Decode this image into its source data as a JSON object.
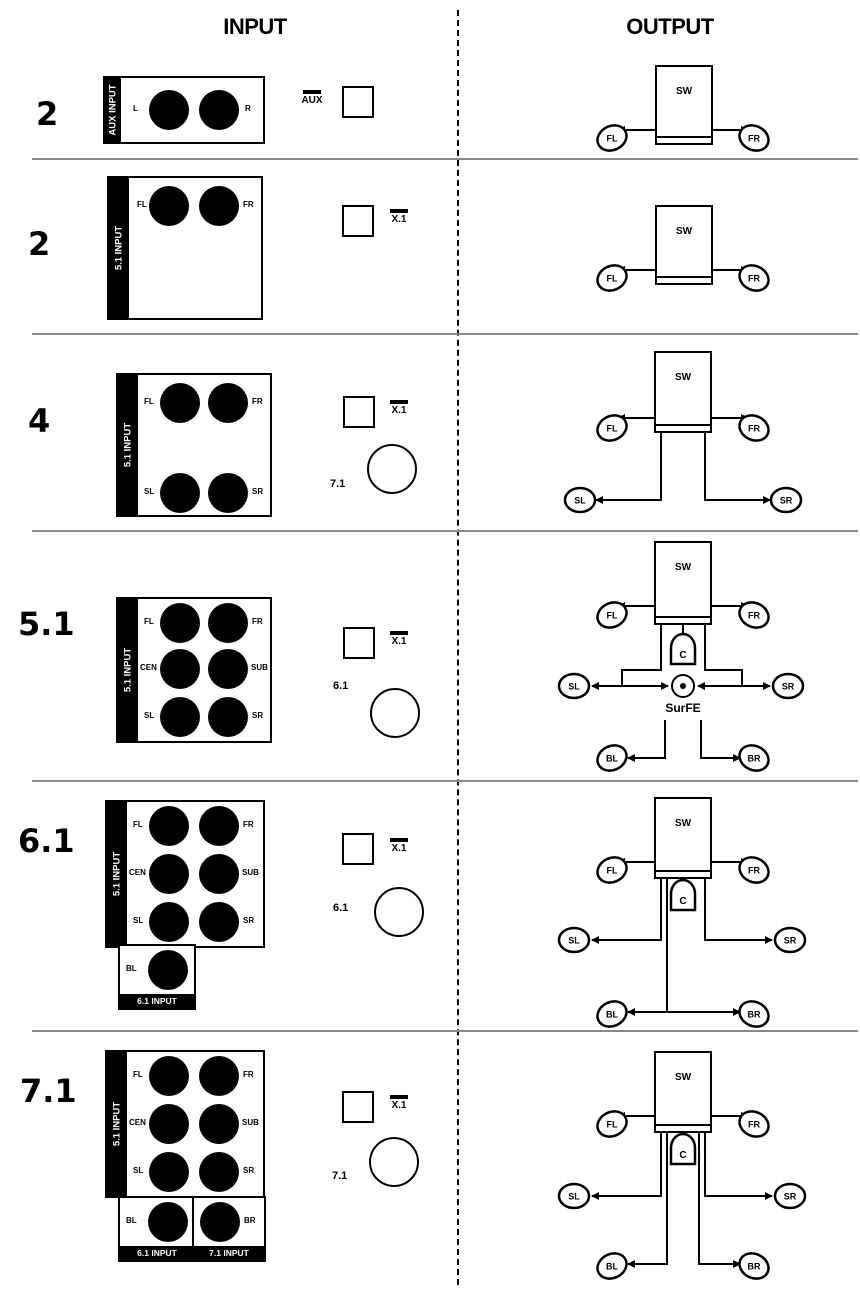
{
  "headers": {
    "input": "INPUT",
    "output": "OUTPUT"
  },
  "rows": [
    {
      "count": "2",
      "panel_label": "AUX INPUT",
      "jacks": [
        "L",
        "R"
      ],
      "mode_label": "AUX"
    },
    {
      "count": "2",
      "panel_label": "5.1 INPUT",
      "jacks": [
        "FL",
        "FR"
      ],
      "mode_label": "X.1"
    },
    {
      "count": "4",
      "panel_label": "5.1 INPUT",
      "jacks": [
        "FL",
        "FR",
        "SL",
        "SR"
      ],
      "mode_label": "X.1",
      "knob_label": "7.1"
    },
    {
      "count": "5.1",
      "panel_label": "5.1 INPUT",
      "jacks": [
        "FL",
        "FR",
        "CEN",
        "SUB",
        "SL",
        "SR"
      ],
      "mode_label": "X.1",
      "knob_label": "6.1"
    },
    {
      "count": "6.1",
      "panel_label": "5.1 INPUT",
      "jacks": [
        "FL",
        "FR",
        "CEN",
        "SUB",
        "SL",
        "SR"
      ],
      "mode_label": "X.1",
      "knob_label": "6.1",
      "extra": [
        {
          "label": "6.1 INPUT",
          "jack": "BL"
        }
      ]
    },
    {
      "count": "7.1",
      "panel_label": "5.1 INPUT",
      "jacks": [
        "FL",
        "FR",
        "CEN",
        "SUB",
        "SL",
        "SR"
      ],
      "mode_label": "X.1",
      "knob_label": "7.1",
      "extra": [
        {
          "label": "6.1 INPUT",
          "jack": "BL"
        },
        {
          "label": "7.1 INPUT",
          "jack": "BR"
        }
      ]
    }
  ],
  "output": {
    "subwoofer_label": "SW",
    "center_label": "C",
    "surround_sub_label": "SurFE",
    "speakers": {
      "FL": "FL",
      "FR": "FR",
      "SL": "SL",
      "SR": "SR",
      "BL": "BL",
      "BR": "BR"
    }
  },
  "colors": {
    "ink": "#000000",
    "separator": "#888888",
    "background": "#ffffff"
  }
}
